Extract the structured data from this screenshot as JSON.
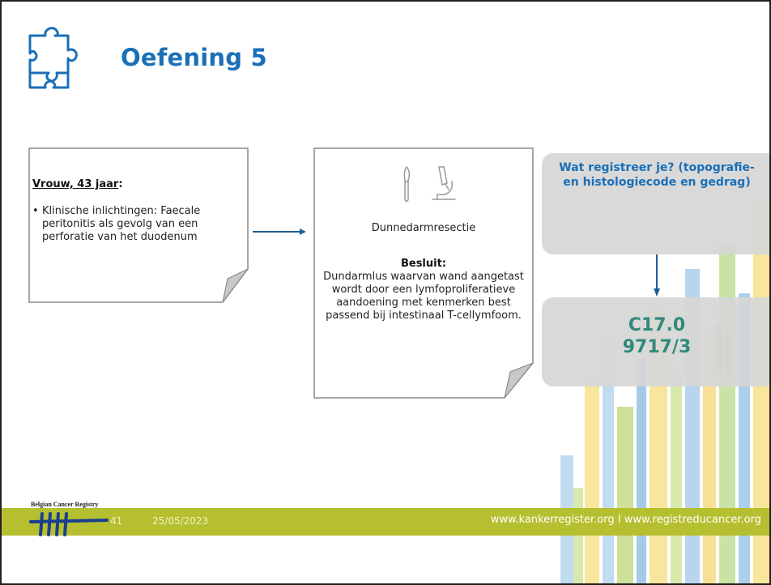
{
  "slide": {
    "title": "Oefening 5"
  },
  "case": {
    "heading": "Vrouw, 43 jaar",
    "heading_suffix": ":",
    "bullet_symbol": "•",
    "bullet_text": "Klinische inlichtingen: Faecale peritonitis als gevolg van een perforatie van het duodenum"
  },
  "pathology": {
    "procedure": "Dunnedarmresectie",
    "conclusion_title": "Besluit:",
    "conclusion_text": "Dundarmlus waarvan wand aangetast wordt door een lymfoproliferatieve aandoening met kenmerken best passend bij intestinaal T-cellymfoom."
  },
  "question": {
    "text": "Wat registreer je? (topografie-en histologiecode en gedrag)"
  },
  "answer": {
    "topography": "C17.0",
    "histology": "9717/3"
  },
  "footer": {
    "registry_name": "Belgian Cancer Registry",
    "page_number": "41",
    "date": "25/05/2023",
    "urls": "www.kankerregister.org  I  www.registreducancer.org"
  },
  "icons": {
    "puzzle": "puzzle-piece-icon",
    "scalpel": "scalpel-icon",
    "microscope": "microscope-icon"
  },
  "colors": {
    "title_blue": "#1a6fb7",
    "answer_green": "#2f8a7a",
    "footer_band": "#b6bf2f",
    "box_gray": "#d6d6d6"
  }
}
